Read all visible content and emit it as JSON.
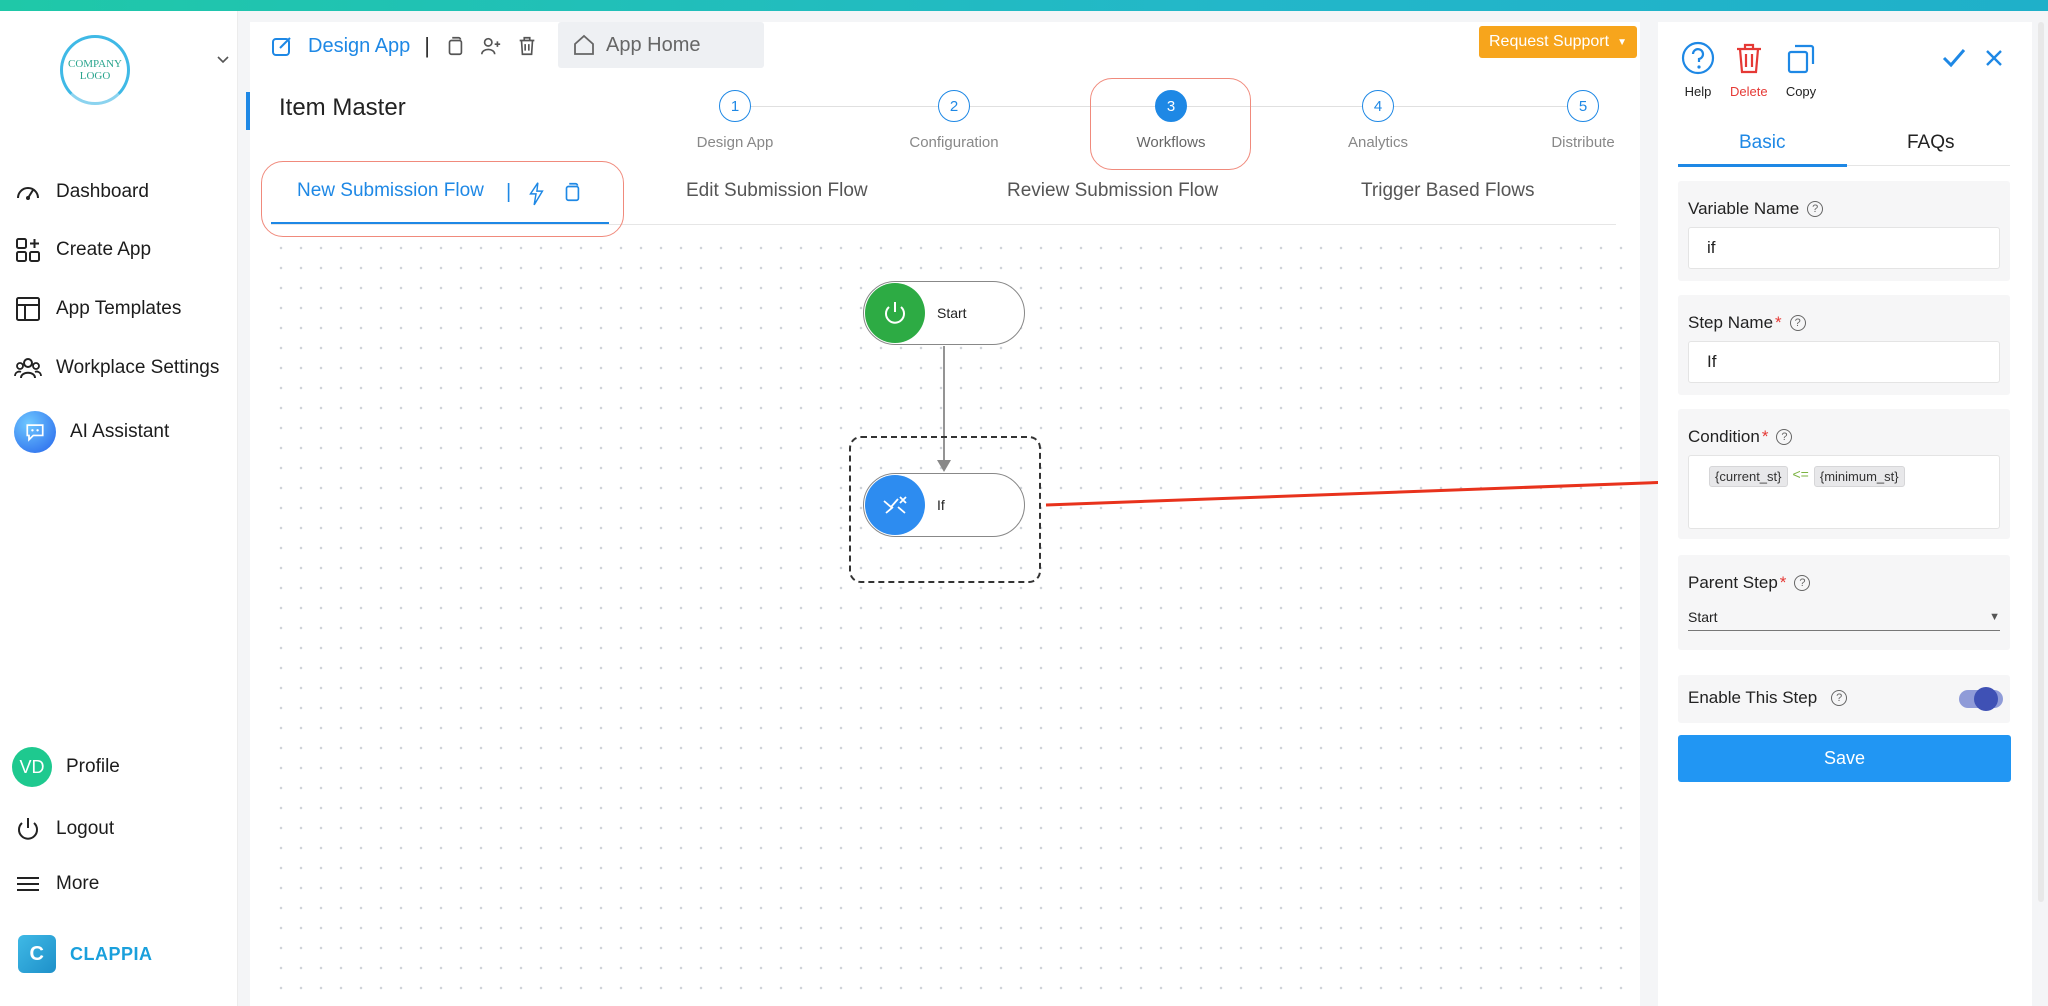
{
  "colors": {
    "accent": "#1e88e5",
    "support": "#f7a51c",
    "start_node": "#2dab44",
    "if_node": "#2d8cf0",
    "highlight": "#f08a7c",
    "annotation_arrow": "#e8321c"
  },
  "sidebar": {
    "logo_text": "COMPANY LOGO",
    "items": [
      {
        "label": "Dashboard",
        "icon": "gauge-icon"
      },
      {
        "label": "Create App",
        "icon": "grid-plus-icon"
      },
      {
        "label": "App Templates",
        "icon": "template-icon"
      },
      {
        "label": "Workplace Settings",
        "icon": "users-gear-icon"
      },
      {
        "label": "AI Assistant",
        "icon": "ai-chat-icon"
      }
    ],
    "bottom": {
      "profile_initials": "VD",
      "profile_label": "Profile",
      "logout_label": "Logout",
      "more_label": "More"
    },
    "brand": {
      "mark": "C",
      "name": "CLAPPIA"
    }
  },
  "header": {
    "design_tab": "Design App",
    "home_tab": "App Home",
    "request_support": "Request Support",
    "page_title": "Item Master"
  },
  "stepper": [
    {
      "number": "1",
      "label": "Design App"
    },
    {
      "number": "2",
      "label": "Configuration"
    },
    {
      "number": "3",
      "label": "Workflows",
      "active": true
    },
    {
      "number": "4",
      "label": "Analytics"
    },
    {
      "number": "5",
      "label": "Distribute"
    }
  ],
  "flow_tabs": [
    {
      "label": "New Submission Flow",
      "active": true
    },
    {
      "label": "Edit Submission Flow"
    },
    {
      "label": "Review Submission Flow"
    },
    {
      "label": "Trigger Based Flows"
    }
  ],
  "canvas": {
    "nodes": [
      {
        "label": "Start",
        "icon": "power-icon"
      },
      {
        "label": "If",
        "icon": "split-icon"
      }
    ]
  },
  "panel": {
    "actions": [
      {
        "label": "Help",
        "icon": "help-circle-icon"
      },
      {
        "label": "Delete",
        "icon": "trash-icon"
      },
      {
        "label": "Copy",
        "icon": "copy-icon"
      }
    ],
    "tabs": {
      "basic": "Basic",
      "faqs": "FAQs"
    },
    "variable_name": {
      "label": "Variable Name",
      "value": "if"
    },
    "step_name": {
      "label": "Step Name",
      "required": "*",
      "value": "If"
    },
    "condition": {
      "label": "Condition",
      "required": "*",
      "left": "{current_st}",
      "operator": "<=",
      "right": "{minimum_st}"
    },
    "parent_step": {
      "label": "Parent Step",
      "required": "*",
      "value": "Start"
    },
    "enable_step": {
      "label": "Enable This Step",
      "enabled": true
    },
    "save_label": "Save"
  }
}
